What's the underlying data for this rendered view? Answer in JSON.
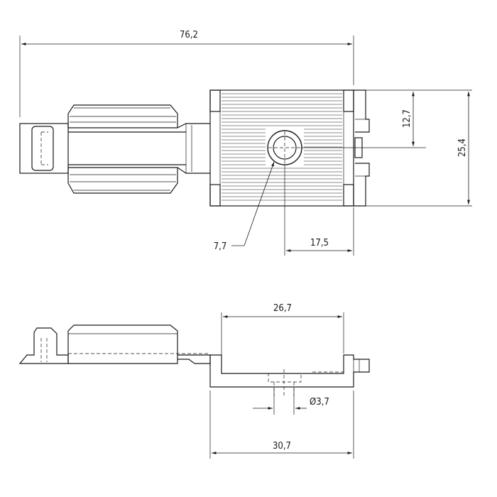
{
  "dimensions": {
    "overall_length": "76,2",
    "height_center": "12,7",
    "overall_height": "25,4",
    "hole_diameter_leader": "7,7",
    "hole_offset": "17,5",
    "inner_width": "26,7",
    "pin_diameter": "Ø3,7",
    "outer_width": "30,7"
  }
}
